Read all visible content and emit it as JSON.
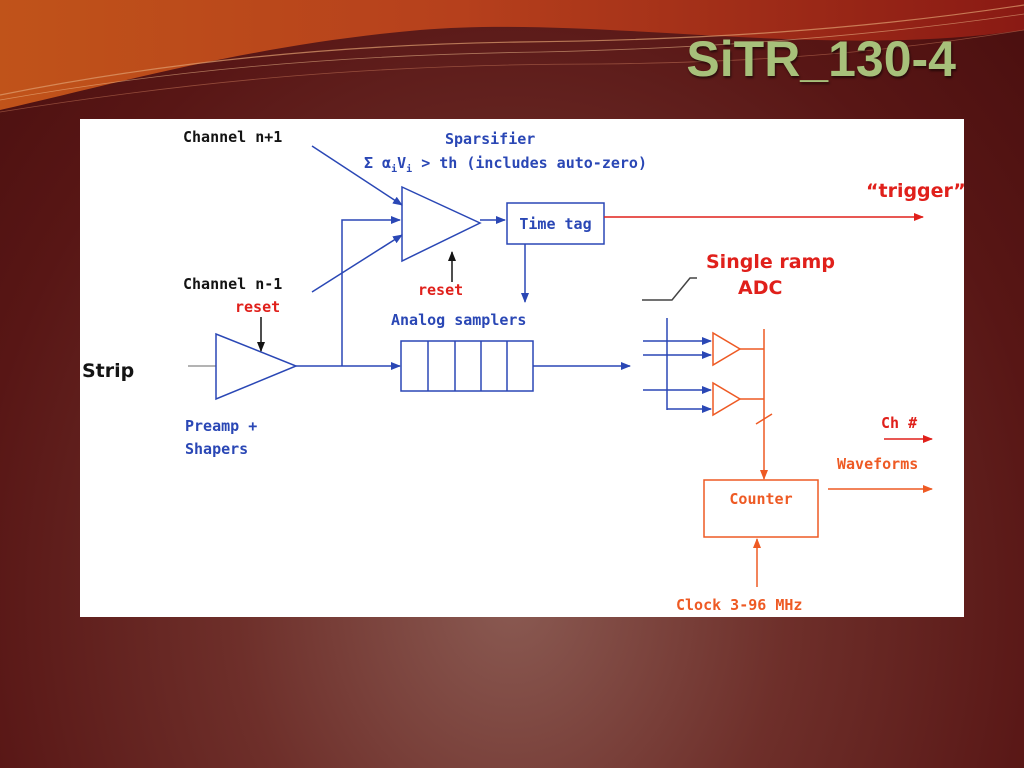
{
  "slide": {
    "title": "SiTR_130-4"
  },
  "diagram": {
    "labels": {
      "channel_n_plus_1": "Channel n+1",
      "channel_n_minus_1": "Channel n-1",
      "strip": "Strip",
      "reset_preamp": "reset",
      "reset_sparsifier": "reset",
      "preamp": "Preamp +",
      "shapers": "Shapers",
      "sparsifier": "Sparsifier",
      "sparsifier_sigma": "Σ α",
      "sparsifier_i1": "i",
      "sparsifier_v": "V",
      "sparsifier_i2": "i",
      "sparsifier_condition": " > th  (includes auto-zero)",
      "time_tag": "Time tag",
      "trigger": "“trigger”",
      "analog_samplers": "Analog samplers",
      "single_ramp": "Single ramp",
      "adc": "ADC",
      "ch_number": "Ch #",
      "waveforms": "Waveforms",
      "counter": "Counter",
      "clock": "Clock 3-96 MHz"
    },
    "colors": {
      "blue": "#2a47b5",
      "red": "#e0201b",
      "orange": "#ee5a24",
      "black": "#141414"
    }
  }
}
